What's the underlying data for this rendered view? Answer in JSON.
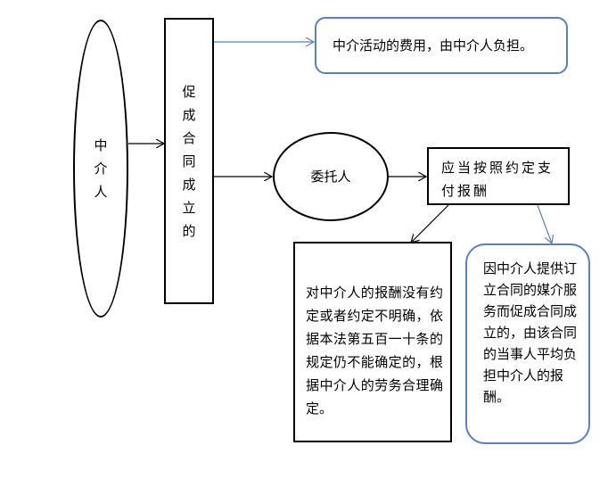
{
  "nodes": {
    "agent": "中介人",
    "promote": "促成合同成立的",
    "fee": "中介活动的费用，由中介人负担。",
    "client": "委托人",
    "pay": "应当按照约定支付报酬",
    "unclear": "对中介人的报酬没有约定或者约定不明确，依据本法第五百一十条的规定仍不能确定的，根据中介人的劳务合理确定。",
    "share": "因中介人提供订立合同的媒介服务而促成合同成立的，由该合同的当事人平均负担中介人的报酬。"
  },
  "colors": {
    "outline": "#000000",
    "accent_outline": "#5b7fbf",
    "accent_arrow": "#5b7fbf"
  }
}
